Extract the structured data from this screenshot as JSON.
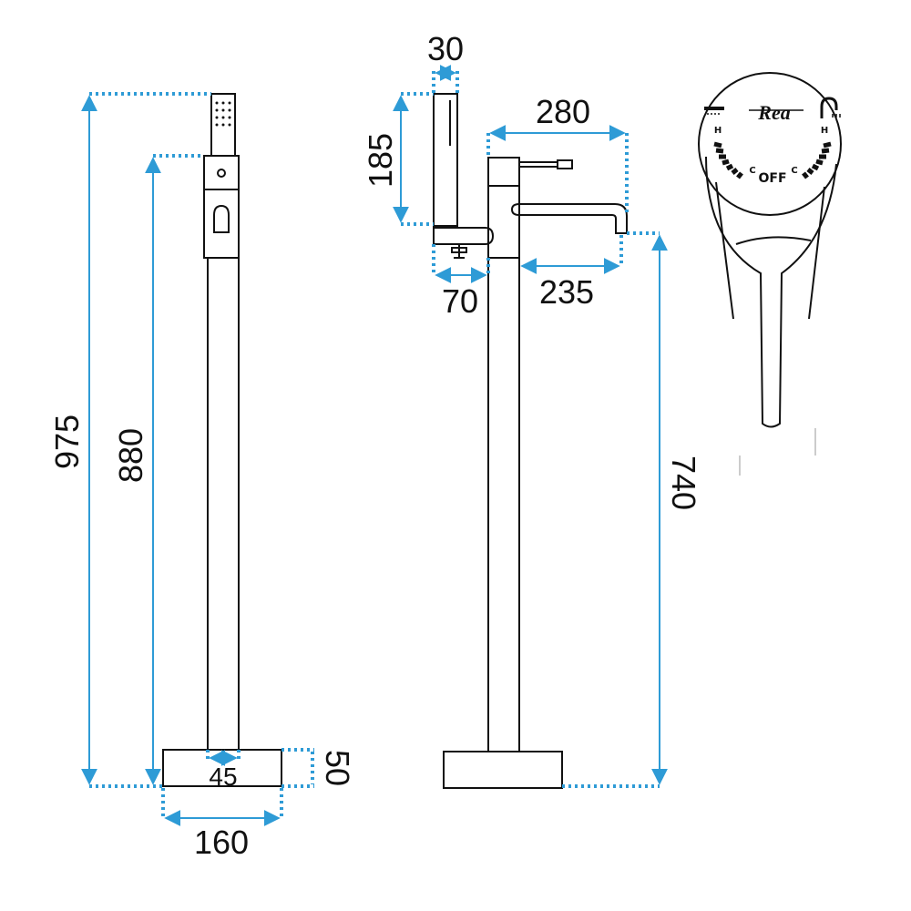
{
  "colors": {
    "dimension": "#2e9bd6",
    "outline": "#111111"
  },
  "front_view": {
    "total_height": "975",
    "mixer_height": "880",
    "base_height": "50",
    "pipe_width": "45",
    "base_width": "160"
  },
  "side_view": {
    "handshower_width": "30",
    "handshower_height": "185",
    "spout_reach_total": "280",
    "holder_reach": "70",
    "spout_reach": "235",
    "spout_height": "740"
  },
  "handle_detail": {
    "brand": "Rea",
    "off_label": "OFF",
    "hot_label": "H",
    "cold_label": "C",
    "icons": [
      "handshower-icon",
      "spout-icon"
    ]
  }
}
